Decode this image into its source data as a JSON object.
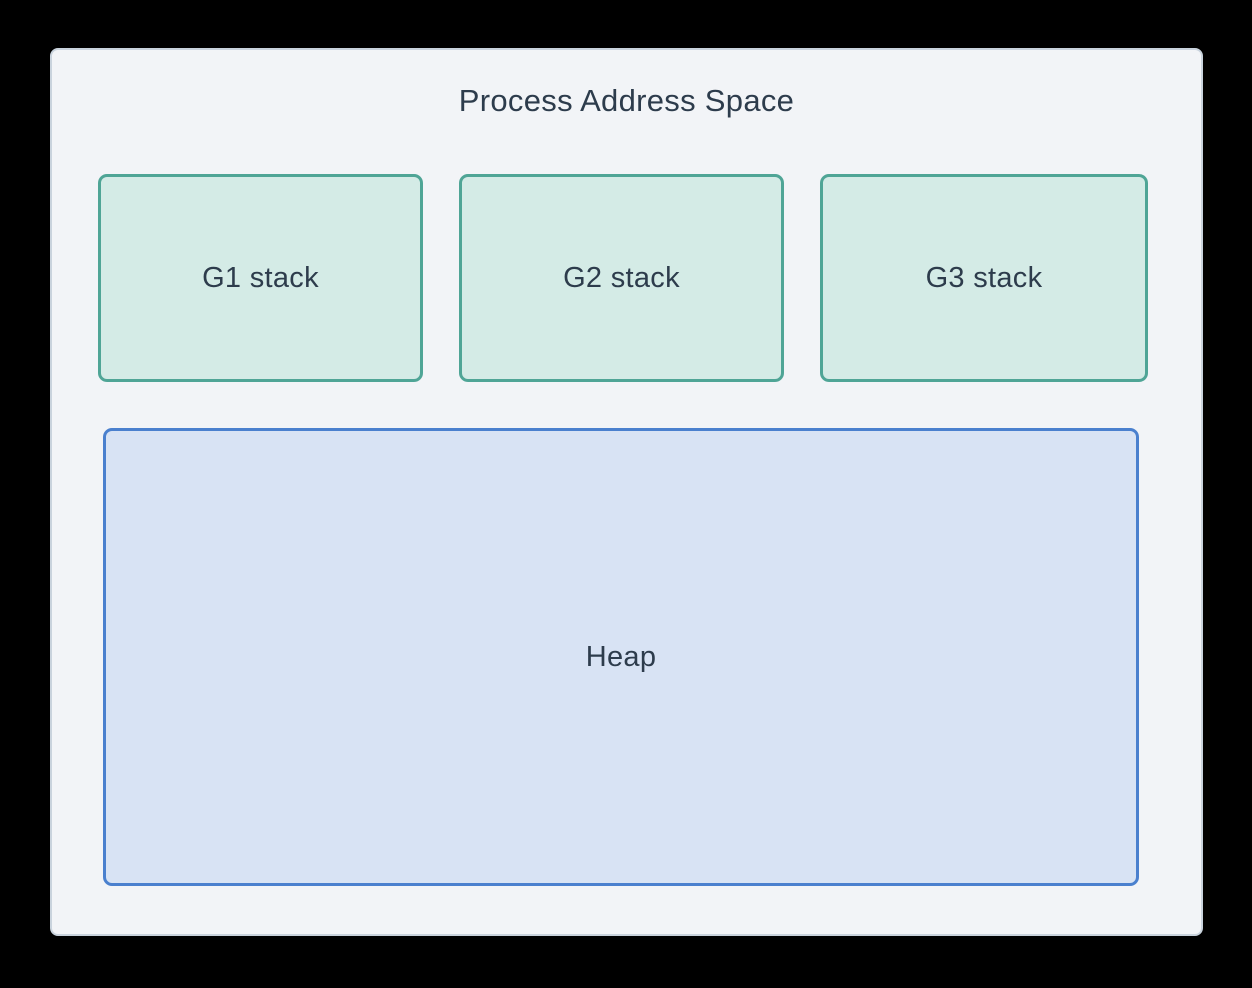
{
  "diagram": {
    "title": "Process Address Space",
    "stacks": [
      {
        "label": "G1 stack"
      },
      {
        "label": "G2 stack"
      },
      {
        "label": "G3 stack"
      }
    ],
    "heap": {
      "label": "Heap"
    },
    "colors": {
      "canvas_bg": "#000000",
      "container_bg": "#F2F4F7",
      "container_border": "#C9D3DD",
      "stack_bg": "#D4EBE6",
      "stack_border": "#4FA596",
      "heap_bg": "#D8E3F4",
      "heap_border": "#4A80CE",
      "text": "#2D3C4C"
    }
  }
}
